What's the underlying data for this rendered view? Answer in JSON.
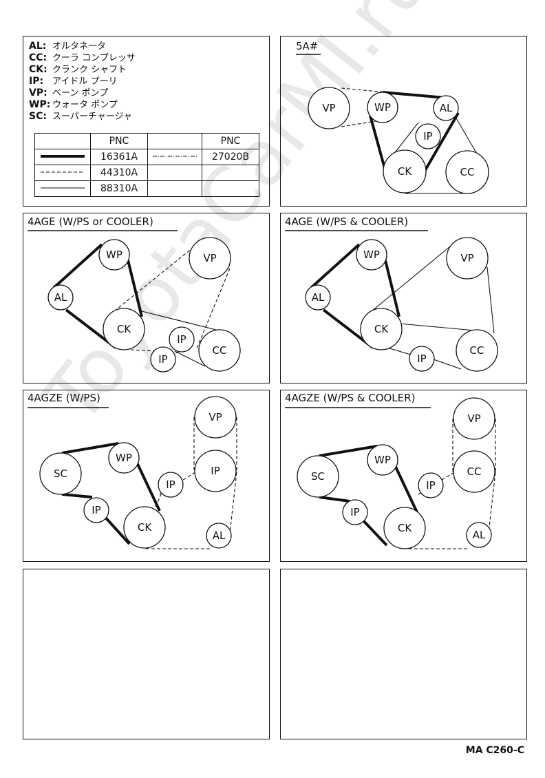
{
  "legend": {
    "items": [
      {
        "abbr": "AL:",
        "desc": "オルタネータ"
      },
      {
        "abbr": "CC:",
        "desc": "クーラ コンプレッサ"
      },
      {
        "abbr": "CK:",
        "desc": "クランク シャフト"
      },
      {
        "abbr": "IP:",
        "desc": "アイドル プーリ"
      },
      {
        "abbr": "VP:",
        "desc": "ベーン ポンプ"
      },
      {
        "abbr": "WP:",
        "desc": "ウォータ ポンプ"
      },
      {
        "abbr": "SC:",
        "desc": "スーパーチャージャ"
      }
    ],
    "table": {
      "header_left": "PNC",
      "header_right": "PNC",
      "rows": [
        {
          "left": "16361A",
          "right": "27020B"
        },
        {
          "left": "44310A",
          "right": ""
        },
        {
          "left": "88310A",
          "right": ""
        }
      ]
    }
  },
  "diagrams": {
    "d5a": {
      "title": "5A#"
    },
    "d4age_a": {
      "title": "4AGE (W/PS or COOLER)"
    },
    "d4age_b": {
      "title": "4AGE (W/PS & COOLER)"
    },
    "d4agze_a": {
      "title": "4AGZE (W/PS)"
    },
    "d4agze_b": {
      "title": "4AGZE (W/PS & COOLER)"
    }
  },
  "labels": {
    "VP": "VP",
    "WP": "WP",
    "AL": "AL",
    "IP": "IP",
    "CK": "CK",
    "CC": "CC",
    "SC": "SC"
  },
  "footer": {
    "code": "MA C260-C"
  },
  "watermark": {
    "text": "ToyotaCarMI.ru"
  }
}
